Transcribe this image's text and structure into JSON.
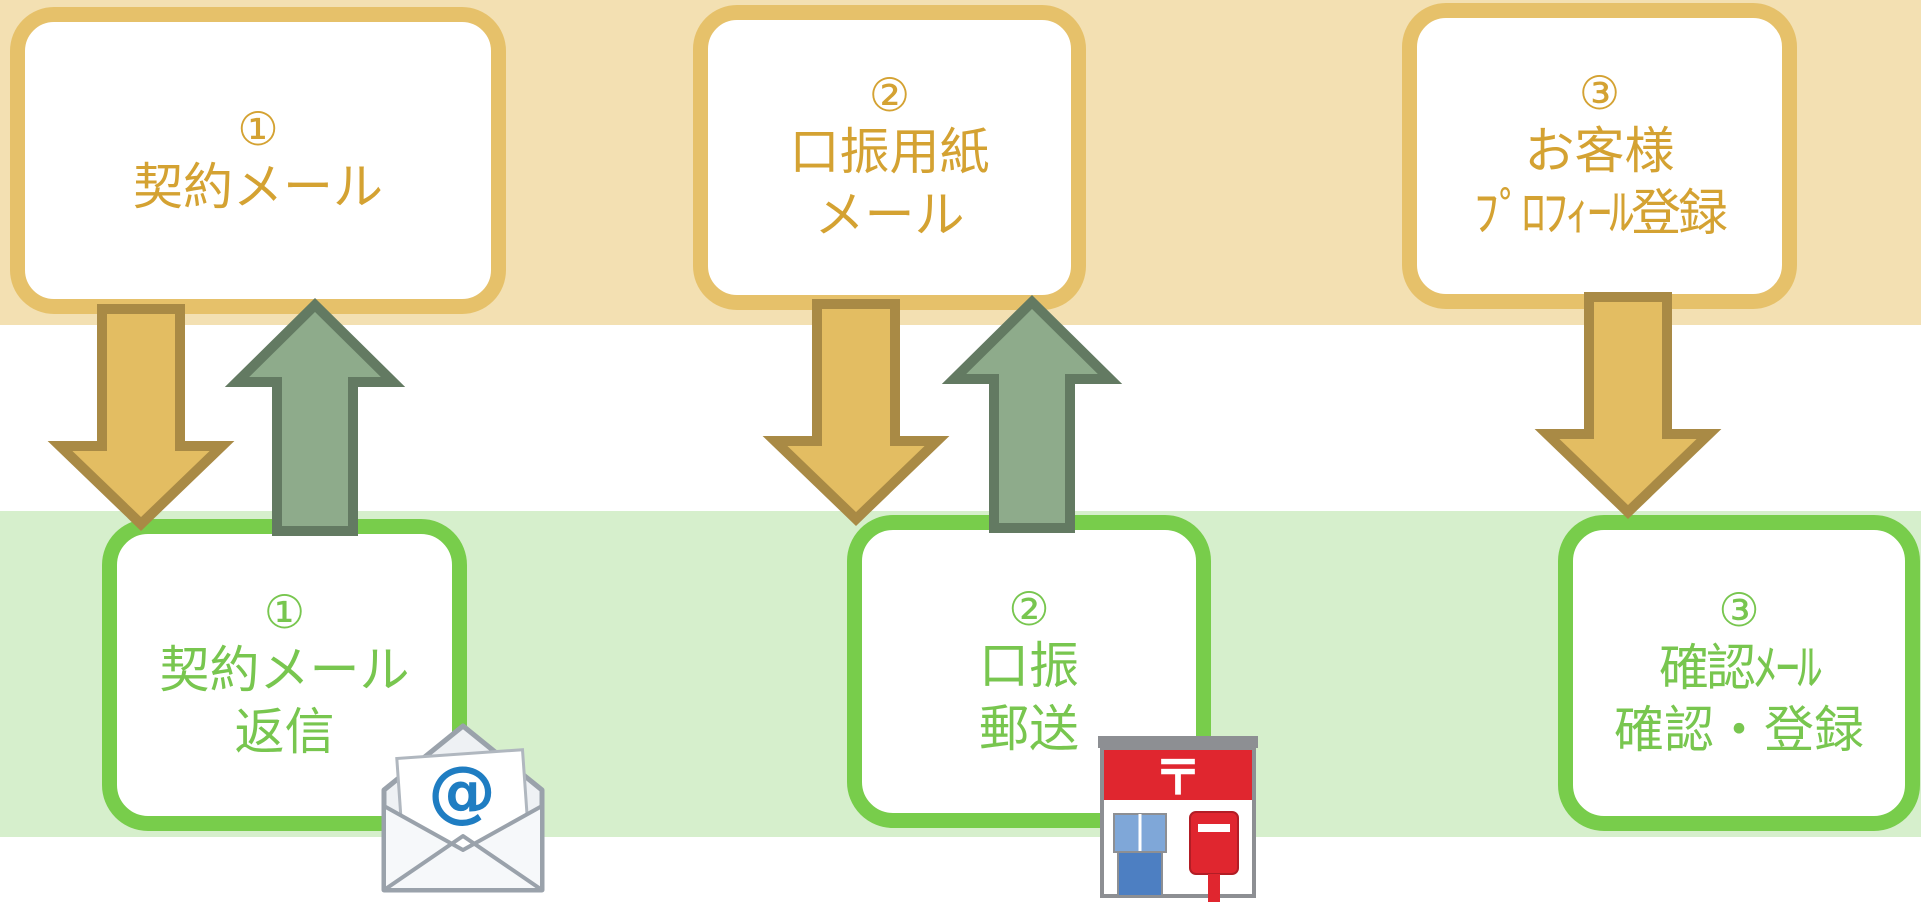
{
  "company_side": {
    "steps": [
      {
        "number": "①",
        "lines": [
          "契約メール"
        ]
      },
      {
        "number": "②",
        "lines": [
          "口振用紙",
          "メール"
        ]
      },
      {
        "number": "③",
        "lines": [
          "お客様",
          "ﾌﾟﾛﾌｨｰﾙ登録"
        ]
      }
    ]
  },
  "customer_side": {
    "steps": [
      {
        "number": "①",
        "lines": [
          "契約メール",
          "返信"
        ]
      },
      {
        "number": "②",
        "lines": [
          "口振",
          "郵送"
        ]
      },
      {
        "number": "③",
        "lines": [
          "確認ﾒｰﾙ",
          "確認・登録"
        ]
      }
    ]
  },
  "icons": {
    "mail": "email-envelope-icon",
    "post_office": "post-office-icon",
    "mail_symbol": "@",
    "post_symbol": "〒"
  },
  "colors": {
    "top_band": "#f3e0b2",
    "bottom_band": "#d6efcc",
    "orange_border": "#e6c16a",
    "orange_text": "#d4a232",
    "green_border": "#78cd4b",
    "green_text": "#78c64f",
    "down_arrow_fill": "#e3bd62",
    "down_arrow_stroke": "#a98a45",
    "up_arrow_fill": "#8eab8b",
    "up_arrow_stroke": "#637a62"
  }
}
